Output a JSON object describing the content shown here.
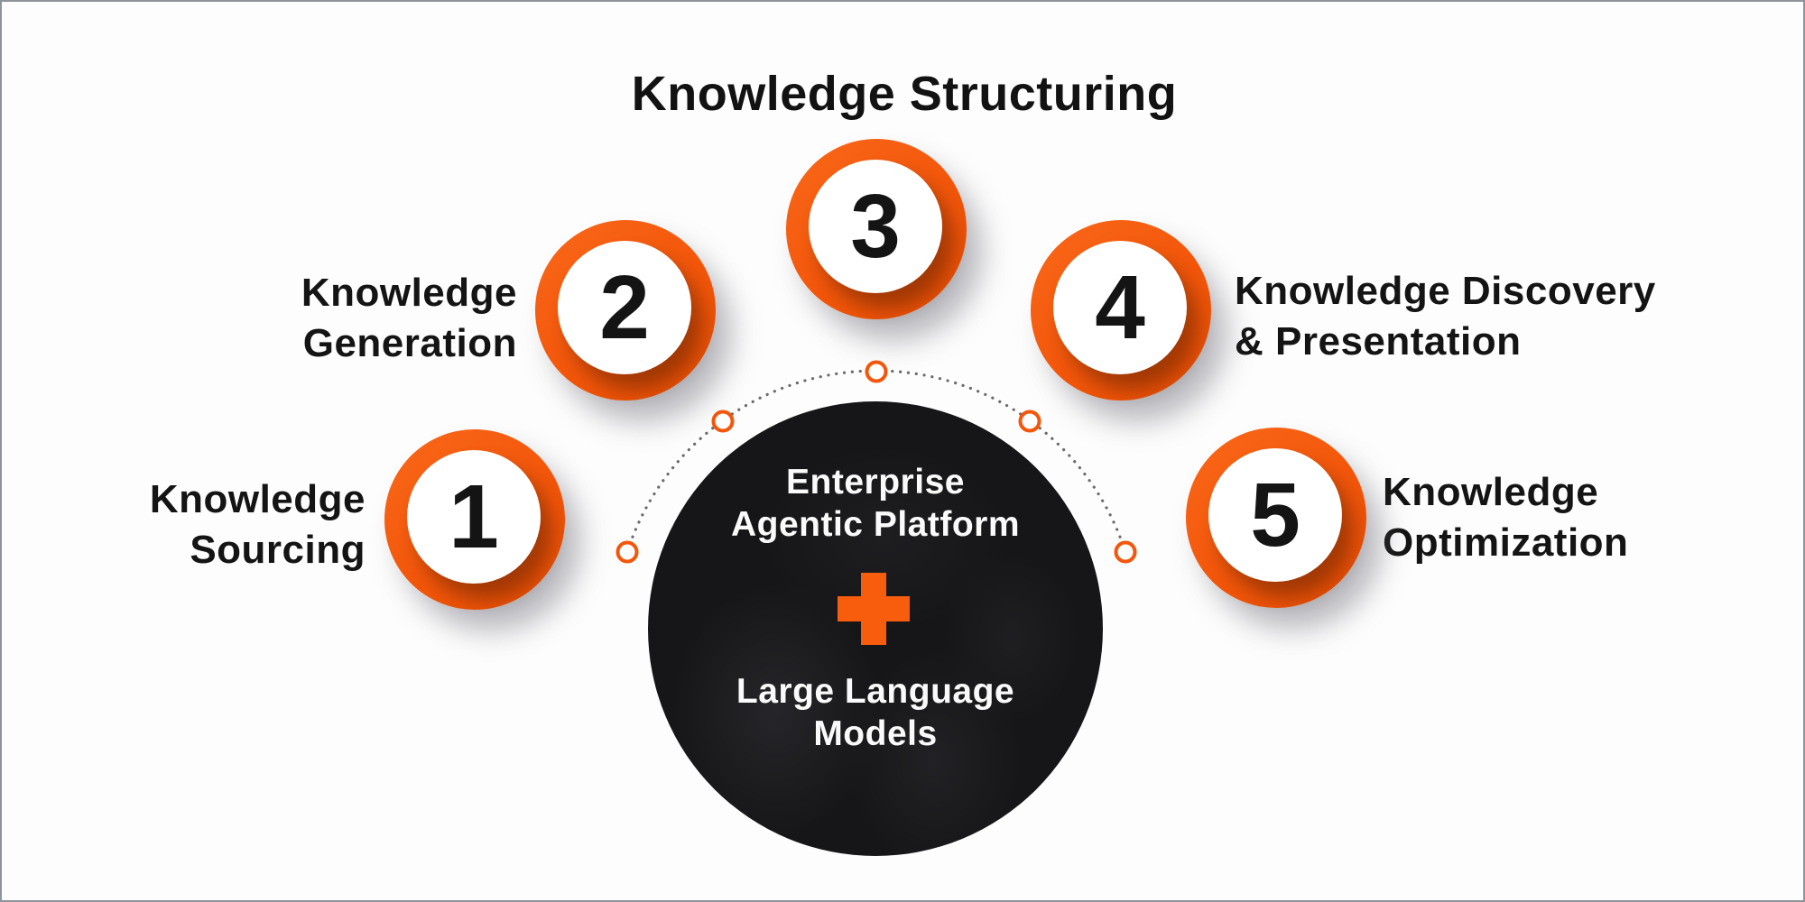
{
  "figure": {
    "type": "process-infographic",
    "background": "#fdfdfd",
    "border_color": "#8f949b",
    "accent_color": "#f4570b",
    "label_color": "#141414",
    "dark_circle_color": "#161618",
    "arc_dot_color": "#6a6a6a",
    "node_fill": "#ffffff"
  },
  "center_platform": {
    "top_line1": "Enterprise",
    "top_line2": "Agentic Platform",
    "plus_symbol": "+",
    "bottom_line1": "Large Language",
    "bottom_line2": "Models"
  },
  "steps": [
    {
      "number": "1",
      "label_line1": "Knowledge",
      "label_line2": "Sourcing"
    },
    {
      "number": "2",
      "label_line1": "Knowledge",
      "label_line2": "Generation"
    },
    {
      "number": "3",
      "label_line1": "Knowledge Structuring",
      "label_line2": ""
    },
    {
      "number": "4",
      "label_line1": "Knowledge Discovery",
      "label_line2": "& Presentation"
    },
    {
      "number": "5",
      "label_line1": "Knowledge",
      "label_line2": "Optimization"
    }
  ]
}
